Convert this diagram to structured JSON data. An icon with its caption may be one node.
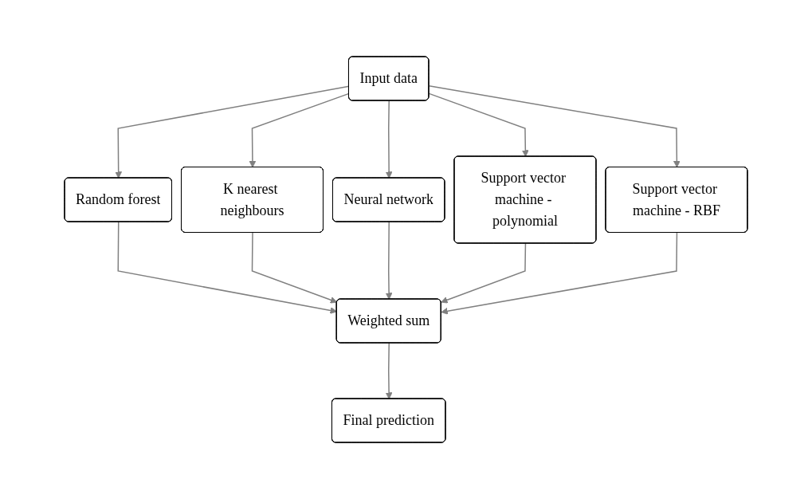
{
  "diagram": {
    "nodes": [
      {
        "text": [
          "Input data"
        ]
      },
      {
        "text": [
          "Random forest"
        ]
      },
      {
        "text": [
          "K nearest neighbours"
        ]
      },
      {
        "text": [
          "Neural network"
        ]
      },
      {
        "text": [
          "Support vector machine - polynomial"
        ]
      },
      {
        "text": [
          "Support vector machine - RBF"
        ]
      },
      {
        "text": [
          "Weighted sum"
        ]
      },
      {
        "text": [
          "Final prediction"
        ]
      }
    ],
    "edges": [
      {
        "from": 0,
        "to": 1,
        "arrow": "to"
      },
      {
        "from": 0,
        "to": 2,
        "arrow": "to"
      },
      {
        "from": 0,
        "to": 3,
        "arrow": "to"
      },
      {
        "from": 0,
        "to": 4,
        "arrow": "to"
      },
      {
        "from": 0,
        "to": 5,
        "arrow": "to"
      },
      {
        "from": 1,
        "to": 6,
        "arrow": "to"
      },
      {
        "from": 2,
        "to": 6,
        "arrow": "to"
      },
      {
        "from": 3,
        "to": 6,
        "arrow": "to"
      },
      {
        "from": 4,
        "to": 6,
        "arrow": "to"
      },
      {
        "from": 5,
        "to": 6,
        "arrow": "to"
      },
      {
        "from": 6,
        "to": 7,
        "arrow": "to"
      }
    ]
  }
}
